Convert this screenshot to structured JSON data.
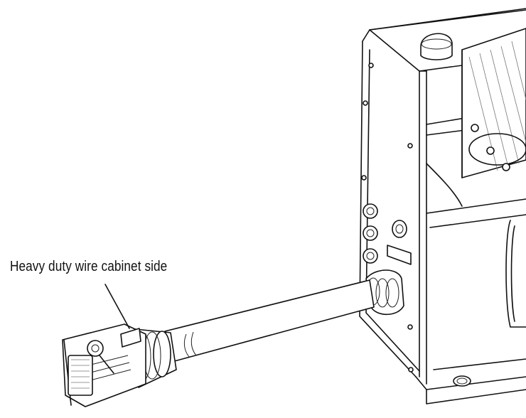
{
  "callout": {
    "label": "Heavy duty wire cabinet side"
  },
  "icons": {
    "robot_base": "robot-base-drawing",
    "cable": "cable-drawing",
    "connector": "heavy-duty-connector-drawing"
  }
}
